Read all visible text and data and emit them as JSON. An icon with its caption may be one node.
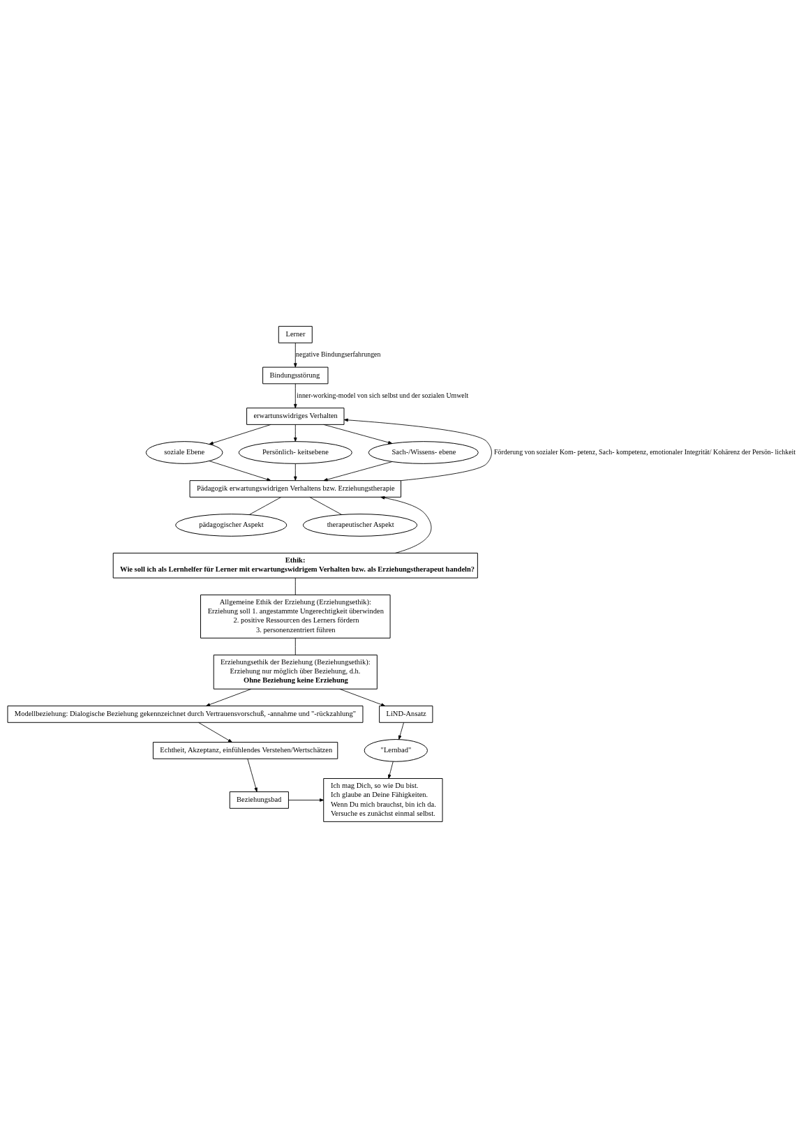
{
  "diagram": {
    "nodes": [
      {
        "text": [
          "Lerner"
        ]
      },
      {
        "text": [
          "Bindungsstörung"
        ]
      },
      {
        "text": [
          "erwartunswidriges Verhalten"
        ]
      },
      {
        "text": [
          "soziale Ebene"
        ]
      },
      {
        "text": [
          "Persönlich- keitsebene"
        ]
      },
      {
        "text": [
          "Sach-/Wissens- ebene"
        ]
      },
      {
        "text": [
          "Pädagogik erwartungswidrigen Verhaltens bzw. Erziehungstherapie"
        ]
      },
      {
        "text": [
          "pädagogischer Aspekt"
        ]
      },
      {
        "text": [
          "therapeutischer Aspekt"
        ]
      },
      {
        "text": [
          "Ethik:",
          "Wie soll ich als Lernhelfer für Lerner mit erwartungswidrigem Verhalten bzw. als Erziehungstherapeut handeln?"
        ]
      },
      {
        "text": [
          "Allgemeine Ethik der Erziehung (Erziehungsethik):",
          "Erziehung soll 1. angestammte Ungerechtigkeit überwinden",
          "2. positive Ressourcen des Lerners fördern",
          "3. personenzentriert führen"
        ]
      },
      {
        "text": [
          "Erziehungsethik der Beziehung (Beziehungsethik):",
          "Erziehung nur möglich über Beziehung, d.h.",
          "Ohne Beziehung keine Erziehung"
        ]
      },
      {
        "text": [
          "Modellbeziehung: Dialogische Beziehung gekennzeichnet durch Vertrauensvorschuß, -annahme und \"-rückzahlung\""
        ]
      },
      {
        "text": [
          "LiND-Ansatz"
        ]
      },
      {
        "text": [
          "\"Lernbad\""
        ]
      },
      {
        "text": [
          "Echtheit, Akzeptanz, einfühlendes Verstehen/Wertschätzen"
        ]
      },
      {
        "text": [
          "Beziehungsbad"
        ]
      },
      {
        "text": [
          "Ich mag Dich, so wie Du bist.",
          "Ich glaube an Deine Fähigkeiten.",
          "Wenn Du mich brauchst, bin ich da.",
          "Versuche es zunächst einmal selbst."
        ]
      }
    ],
    "edges": [
      {
        "from": 0,
        "to": 1,
        "arrow": "to",
        "label": "negative Bindungserfahrungen"
      },
      {
        "from": 1,
        "to": 2,
        "arrow": "to",
        "label": "inner-working-model von sich selbst und der sozialen Umwelt"
      },
      {
        "from": 2,
        "to": 3,
        "arrow": "to"
      },
      {
        "from": 2,
        "to": 4,
        "arrow": "to"
      },
      {
        "from": 2,
        "to": 5,
        "arrow": "to"
      },
      {
        "from": 3,
        "to": 6,
        "arrow": "to"
      },
      {
        "from": 4,
        "to": 6,
        "arrow": "to"
      },
      {
        "from": 5,
        "to": 6,
        "arrow": "to"
      },
      {
        "from": 6,
        "to": 2,
        "arrow": "to",
        "label": "Förderung von sozialer Kom- petenz, Sach- kompetenz, emotionaler Integrität/ Kohärenz der Persön- lichkeit"
      },
      {
        "from": 6,
        "to": 7,
        "arrow": "none"
      },
      {
        "from": 6,
        "to": 8,
        "arrow": "none"
      },
      {
        "from": 9,
        "to": 6,
        "arrow": "to"
      },
      {
        "from": 9,
        "to": 10,
        "arrow": "none"
      },
      {
        "from": 10,
        "to": 11,
        "arrow": "none"
      },
      {
        "from": 11,
        "to": 12,
        "arrow": "to"
      },
      {
        "from": 11,
        "to": 13,
        "arrow": "to"
      },
      {
        "from": 13,
        "to": 14,
        "arrow": "to"
      },
      {
        "from": 14,
        "to": 17,
        "arrow": "to"
      },
      {
        "from": 12,
        "to": 15,
        "arrow": "to"
      },
      {
        "from": 15,
        "to": 16,
        "arrow": "to"
      },
      {
        "from": 16,
        "to": 17,
        "arrow": "to"
      }
    ]
  }
}
